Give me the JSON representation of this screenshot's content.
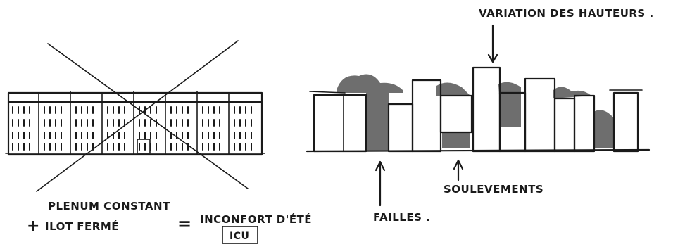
{
  "labels": {
    "variation": "VARIATION DES HAUTEURS .",
    "plenum": "PLENUM CONSTANT",
    "ilot": "ILOT FERMÉ",
    "inconfort": "INCONFORT D'ÉTÉ",
    "icu": "ICU",
    "failles": "FAILLES .",
    "soulevements": "SOULEVEMENTS"
  },
  "symbols": {
    "plus": "+",
    "equals": "="
  },
  "colors": {
    "ink": "#1a1a1a",
    "hatch": "#555555",
    "paper": "#ffffff"
  }
}
